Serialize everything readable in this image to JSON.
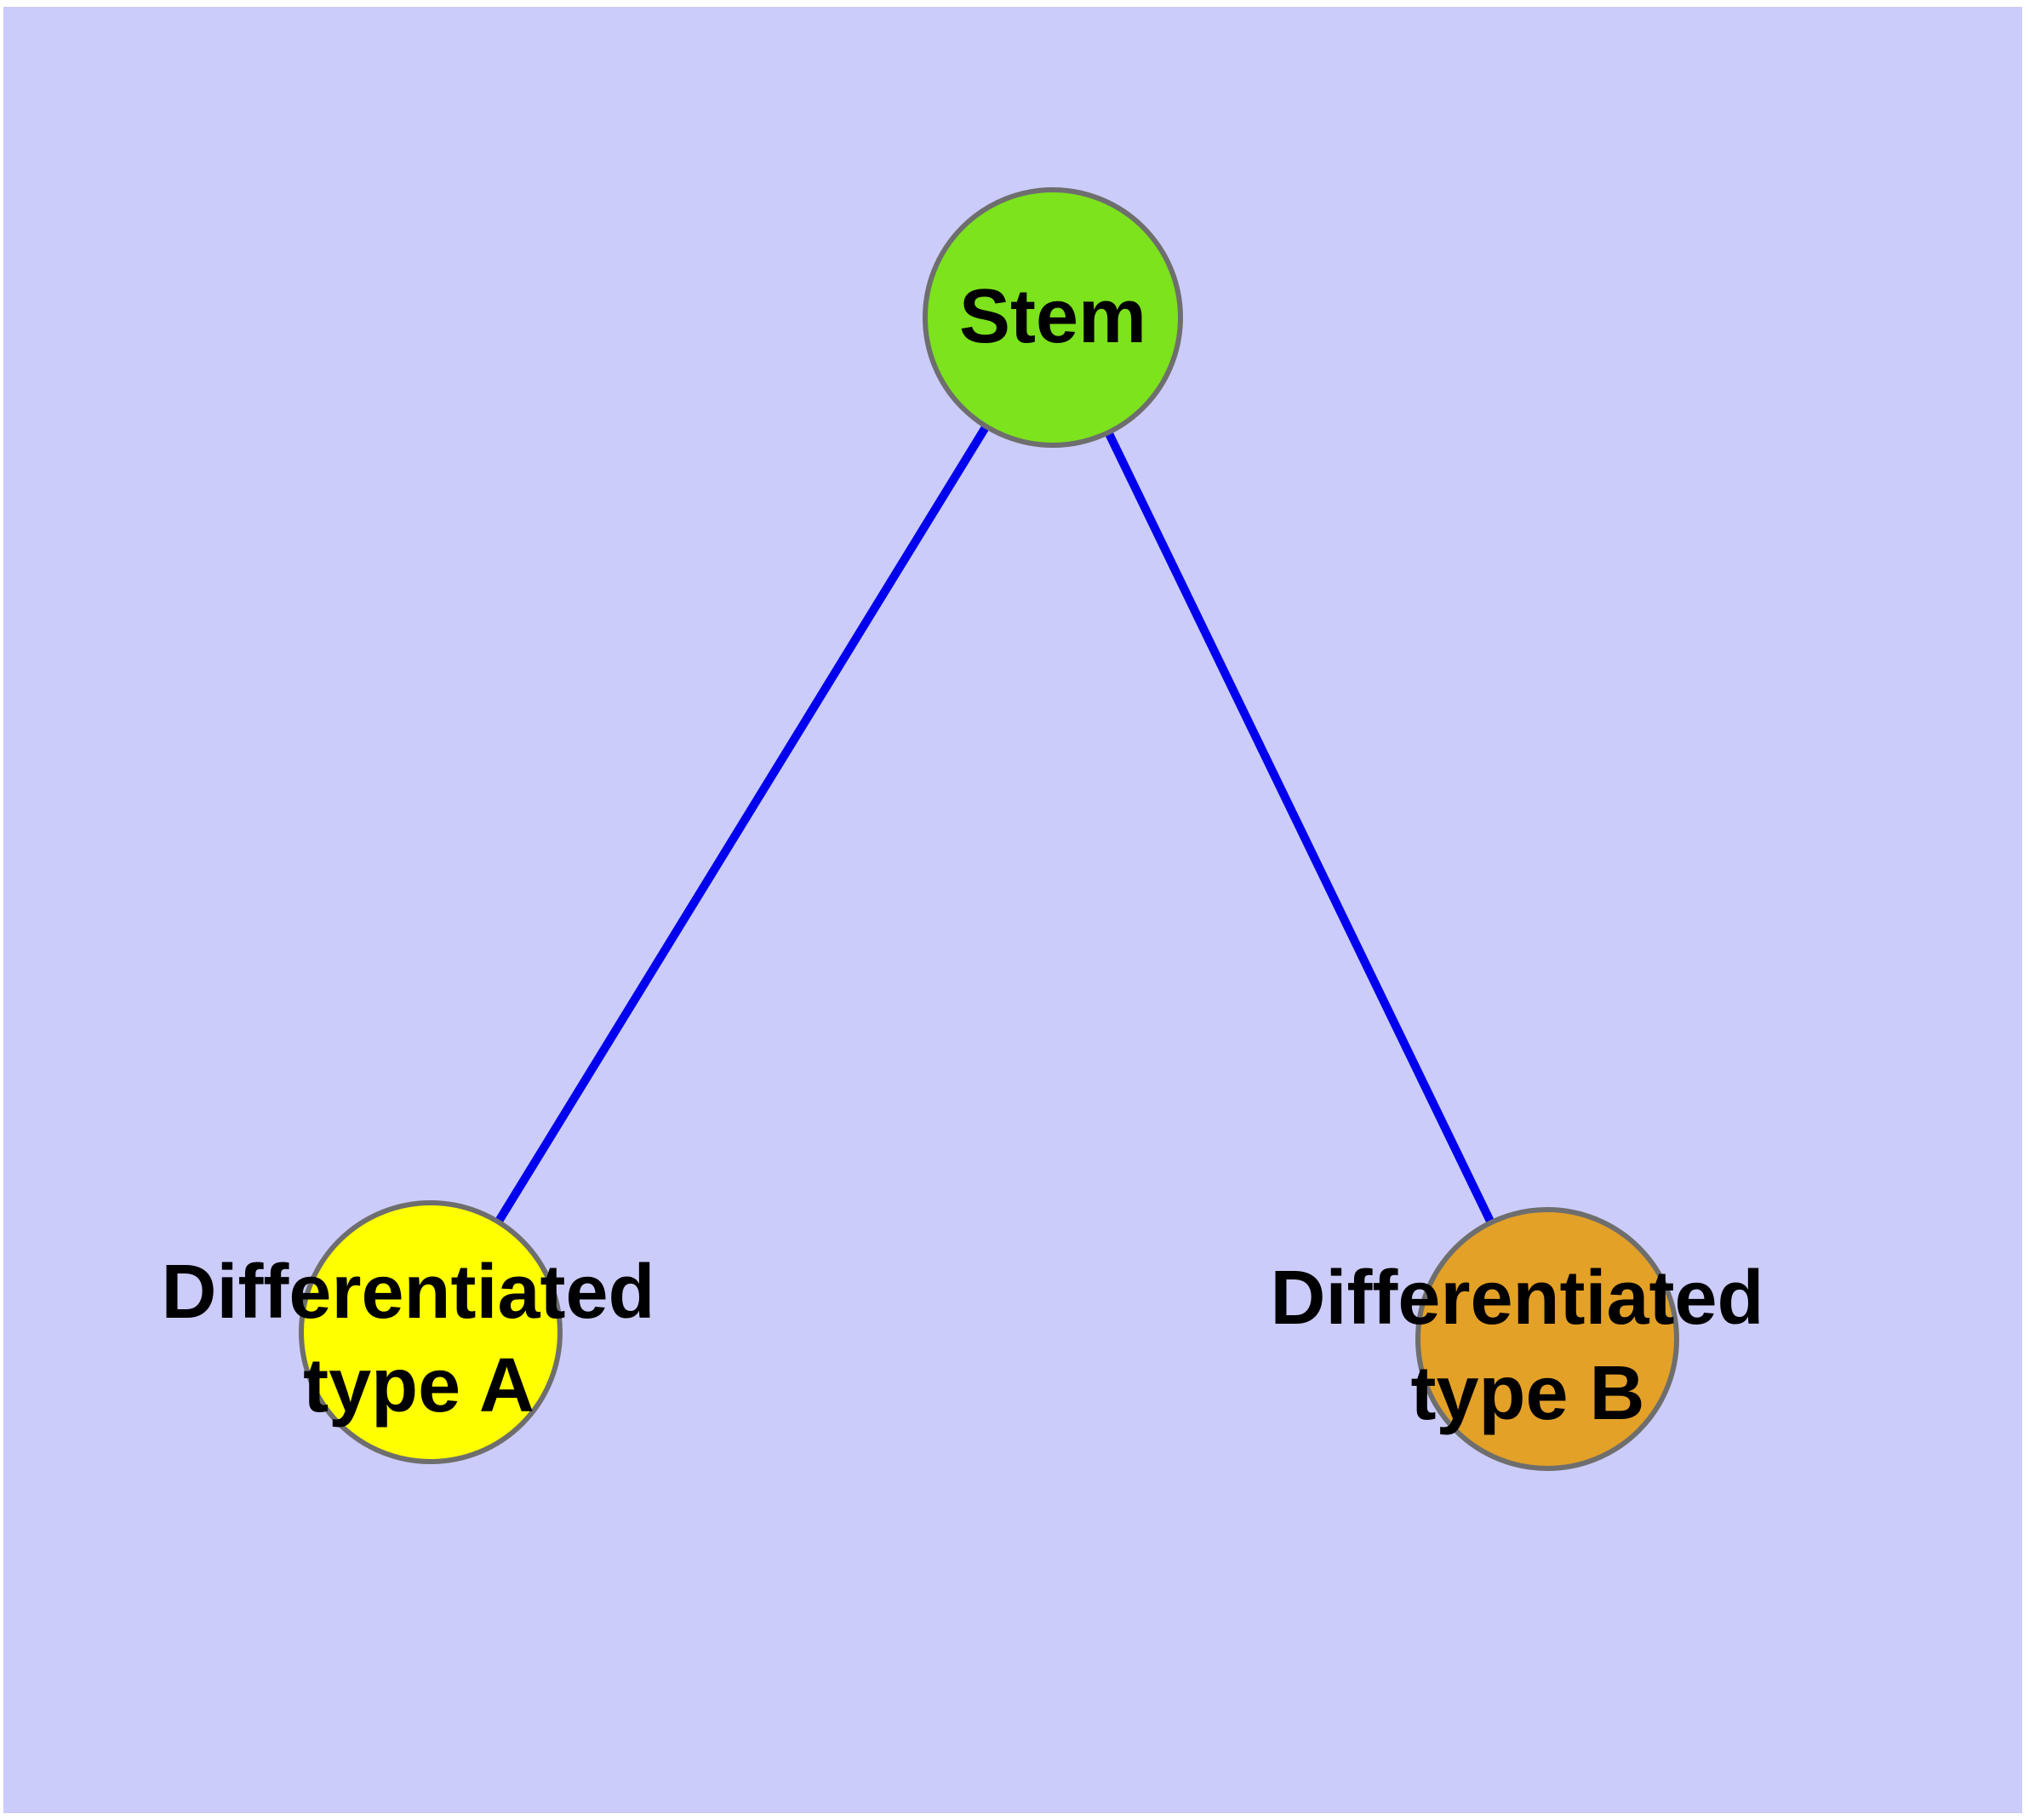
{
  "diagram": {
    "background_color": "#CCCCFA",
    "edge_color": "#0000EE",
    "node_stroke_color": "#6E6E6E",
    "label_color": "#000000",
    "nodes": [
      {
        "id": "stem",
        "label": "Stem",
        "fill": "#7CE31C"
      },
      {
        "id": "differentiated-type-a",
        "label_line1": "Differentiated",
        "label_line2": "type A",
        "fill": "#FFFF00"
      },
      {
        "id": "differentiated-type-b",
        "label_line1": "Differentiated",
        "label_line2": "type B",
        "fill": "#E3A128"
      }
    ],
    "edges": [
      {
        "from": "stem",
        "to": "differentiated-type-a"
      },
      {
        "from": "stem",
        "to": "differentiated-type-b"
      }
    ]
  }
}
